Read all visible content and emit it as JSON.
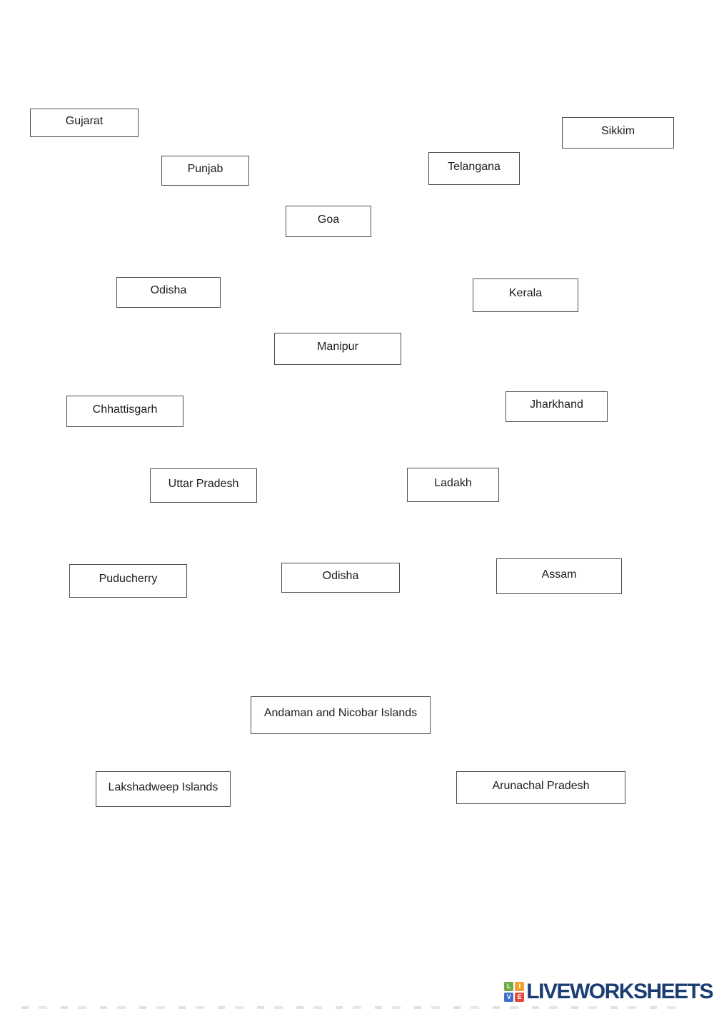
{
  "page": {
    "background_color": "#ffffff",
    "box_border_color": "#4d4d4d",
    "box_text_color": "#1c1c1c"
  },
  "boxes": [
    {
      "label": "Gujarat"
    },
    {
      "label": "Sikkim"
    },
    {
      "label": "Punjab"
    },
    {
      "label": "Telangana"
    },
    {
      "label": "Goa"
    },
    {
      "label": "Odisha"
    },
    {
      "label": "Kerala"
    },
    {
      "label": "Manipur"
    },
    {
      "label": "Chhattisgarh"
    },
    {
      "label": "Jharkhand"
    },
    {
      "label": "Uttar Pradesh"
    },
    {
      "label": "Ladakh"
    },
    {
      "label": "Puducherry"
    },
    {
      "label": "Odisha"
    },
    {
      "label": "Assam"
    },
    {
      "label": "Andaman and Nicobar Islands"
    },
    {
      "label": "Lakshadweep Islands"
    },
    {
      "label": "Arunachal Pradesh"
    }
  ],
  "footer": {
    "brand_text": "LIVEWORKSHEETS",
    "brand_text_color": "#1a3e72",
    "icon_letters": [
      {
        "letter": "L",
        "color": "#6fad47"
      },
      {
        "letter": "I",
        "color": "#f2a12e"
      },
      {
        "letter": "V",
        "color": "#3f72c8"
      },
      {
        "letter": "E",
        "color": "#e2483d"
      }
    ]
  }
}
